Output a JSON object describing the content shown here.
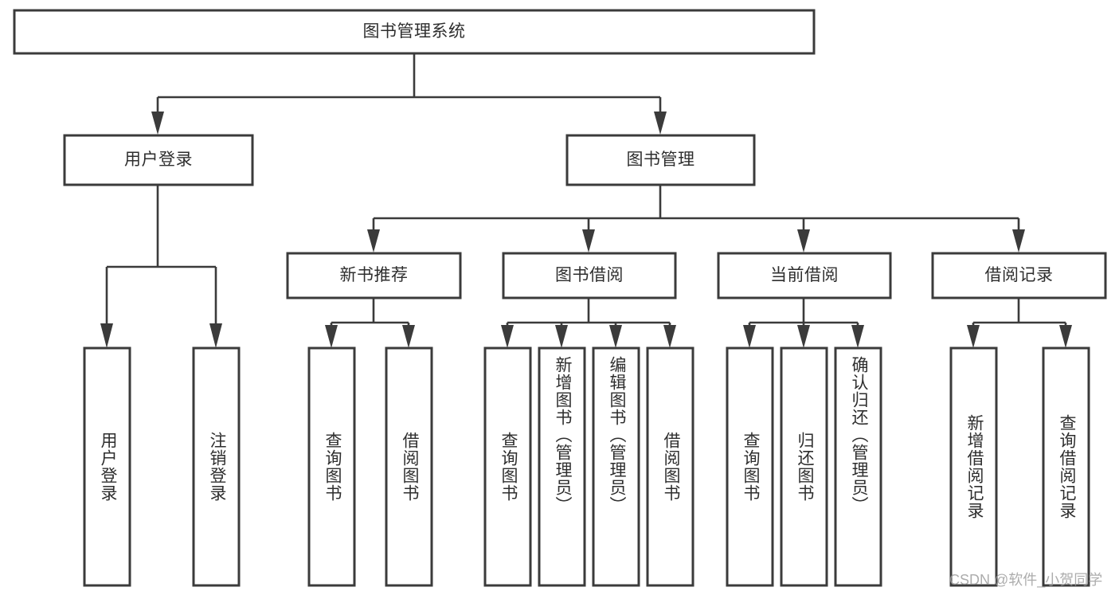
{
  "diagram": {
    "type": "tree-hierarchy",
    "title": "图书管理系统",
    "orientation": "top-down",
    "colors": {
      "box_stroke": "#3b3b3b",
      "box_fill": "#ffffff",
      "connector": "#3b3b3b",
      "text": "#2e2e2e",
      "background": "#ffffff",
      "watermark": "#9b9b9b"
    },
    "root": {
      "id": "root",
      "label": "图书管理系统",
      "orientation": "horizontal"
    },
    "level2": [
      {
        "id": "user-login",
        "label": "用户登录",
        "orientation": "horizontal"
      },
      {
        "id": "book-manage",
        "label": "图书管理",
        "orientation": "horizontal"
      }
    ],
    "level3": [
      {
        "id": "new-book-recommend",
        "label": "新书推荐",
        "orientation": "horizontal",
        "parent": "book-manage"
      },
      {
        "id": "book-borrow",
        "label": "图书借阅",
        "orientation": "horizontal",
        "parent": "book-manage"
      },
      {
        "id": "current-borrow",
        "label": "当前借阅",
        "orientation": "horizontal",
        "parent": "book-manage"
      },
      {
        "id": "borrow-record",
        "label": "借阅记录",
        "orientation": "horizontal",
        "parent": "book-manage"
      }
    ],
    "leaves": [
      {
        "id": "leaf-user-login",
        "label": "用户登录",
        "orientation": "vertical",
        "parent": "user-login"
      },
      {
        "id": "leaf-user-logout",
        "label": "注销登录",
        "orientation": "vertical",
        "parent": "user-login"
      },
      {
        "id": "leaf-query-book-1",
        "label": "查询图书",
        "orientation": "vertical",
        "parent": "new-book-recommend"
      },
      {
        "id": "leaf-borrow-book-1",
        "label": "借阅图书",
        "orientation": "vertical",
        "parent": "new-book-recommend"
      },
      {
        "id": "leaf-query-book-2",
        "label": "查询图书",
        "orientation": "vertical",
        "parent": "book-borrow"
      },
      {
        "id": "leaf-add-book",
        "label": "新增图书（管理员）",
        "orientation": "vertical",
        "parent": "book-borrow"
      },
      {
        "id": "leaf-edit-book",
        "label": "编辑图书（管理员）",
        "orientation": "vertical",
        "parent": "book-borrow"
      },
      {
        "id": "leaf-borrow-book-2",
        "label": "借阅图书",
        "orientation": "vertical",
        "parent": "book-borrow"
      },
      {
        "id": "leaf-query-book-3",
        "label": "查询图书",
        "orientation": "vertical",
        "parent": "current-borrow"
      },
      {
        "id": "leaf-return-book",
        "label": "归还图书",
        "orientation": "vertical",
        "parent": "current-borrow"
      },
      {
        "id": "leaf-confirm-return",
        "label": "确认归还（管理员）",
        "orientation": "vertical",
        "parent": "current-borrow"
      },
      {
        "id": "leaf-add-record",
        "label": "新增借阅记录",
        "orientation": "vertical",
        "parent": "borrow-record"
      },
      {
        "id": "leaf-query-record",
        "label": "查询借阅记录",
        "orientation": "vertical",
        "parent": "borrow-record"
      }
    ]
  },
  "watermark": {
    "text": "CSDN @软件_小贺同学"
  }
}
